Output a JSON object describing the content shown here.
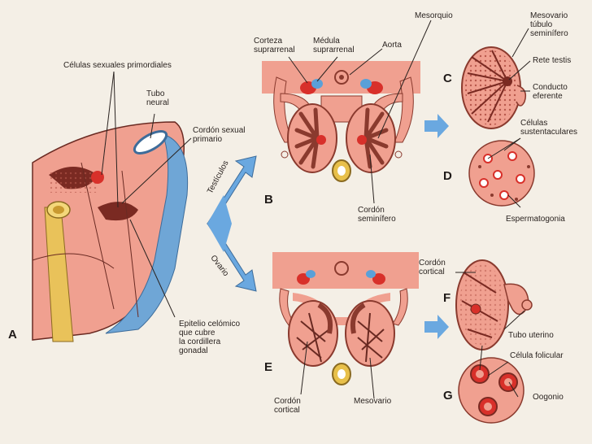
{
  "letters": {
    "a": "A",
    "b": "B",
    "c": "C",
    "d": "D",
    "e": "E",
    "f": "F",
    "g": "G"
  },
  "labels": {
    "celulas_primordiales": "Células sexuales primordiales",
    "tubo_neural": "Tubo\nneural",
    "cordon_sexual": "Cordón sexual\nprimario",
    "epitelio": "Epitelio celómico\nque cubre\nla cordillera\ngonadal",
    "corteza": "Corteza\nsuprarrenal",
    "medula": "Médula\nsuprarrenal",
    "aorta": "Aorta",
    "mesorquio": "Mesorquio",
    "cordon_seminifero": "Cordón\nseminífero",
    "mesovario_tubulo": "Mesovario\ntúbulo\nseminífero",
    "rete_testis": "Rete testis",
    "conducto_eferente": "Conducto\neferente",
    "celulas_sustentaculares": "Células\nsustentaculares",
    "espermatogonia": "Espermatogonia",
    "cordon_cortical_f": "Cordón\ncortical",
    "tubo_uterino": "Tubo uterino",
    "celula_folicular": "Célula folicular",
    "oogonio": "Oogonio",
    "cordon_cortical_e": "Cordón\ncortical",
    "mesovario": "Mesovario"
  },
  "arrows": {
    "testiculos": "Testículos",
    "ovario": "Ovario"
  },
  "colors": {
    "tissue": "#f0a090",
    "tissue_dark": "#e07f72",
    "brown": "#8a3a2e",
    "blue": "#5aa0d8",
    "yellow": "#e8c04a",
    "red": "#d8302a"
  }
}
